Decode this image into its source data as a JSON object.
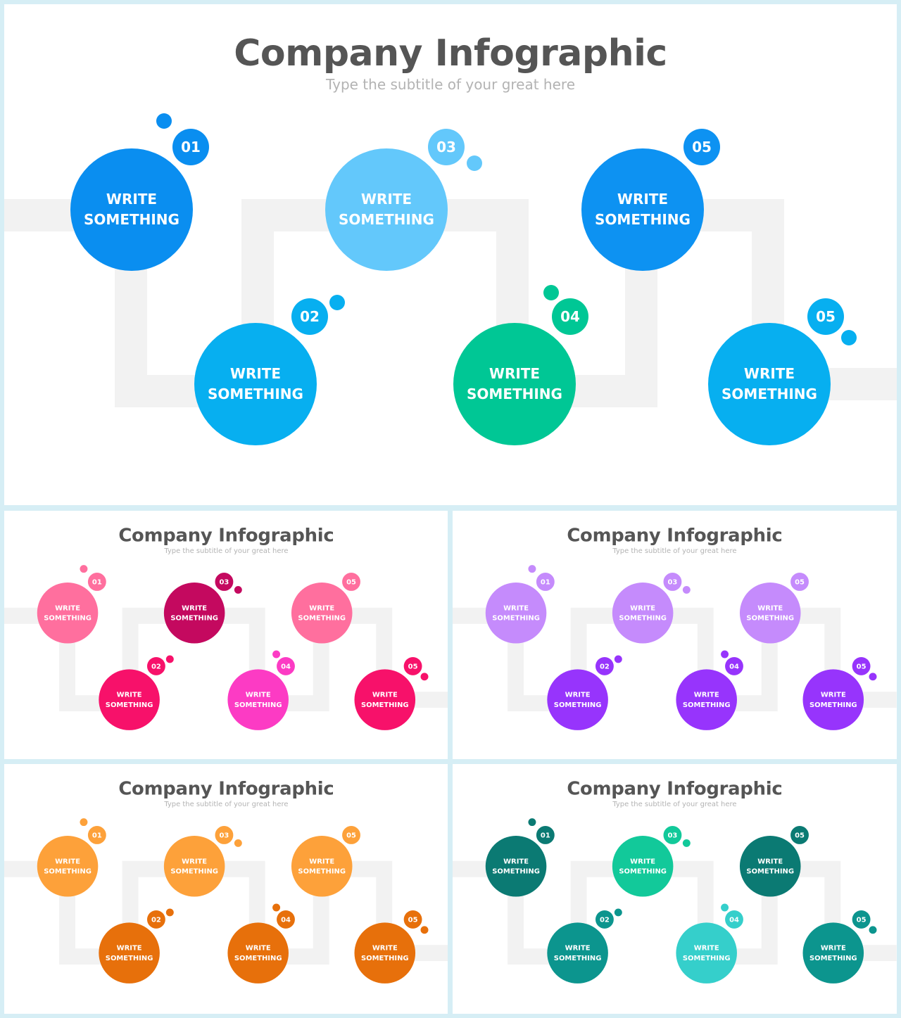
{
  "slides": [
    {
      "id": "main",
      "title": "Company Infographic",
      "subtitle": "Type the subtitle of your great here",
      "steps": [
        {
          "number": "01",
          "line1": "WRITE",
          "line2": "SOMETHING",
          "color": "#0a8ef0"
        },
        {
          "number": "02",
          "line1": "WRITE",
          "line2": "SOMETHING",
          "color": "#07aff0"
        },
        {
          "number": "03",
          "line1": "WRITE",
          "line2": "SOMETHING",
          "color": "#63c8fb"
        },
        {
          "number": "04",
          "line1": "WRITE",
          "line2": "SOMETHING",
          "color": "#00c795"
        },
        {
          "number": "05",
          "line1": "WRITE",
          "line2": "SOMETHING",
          "color": "#0d92f2"
        },
        {
          "number": "05",
          "line1": "WRITE",
          "line2": "SOMETHING",
          "color": "#07aff0"
        }
      ]
    },
    {
      "id": "pink",
      "title": "Company Infographic",
      "subtitle": "Type the subtitle of your great here",
      "steps": [
        {
          "number": "01",
          "line1": "WRITE",
          "line2": "SOMETHING",
          "color": "#ff6f9e"
        },
        {
          "number": "02",
          "line1": "WRITE",
          "line2": "SOMETHING",
          "color": "#f7116a"
        },
        {
          "number": "03",
          "line1": "WRITE",
          "line2": "SOMETHING",
          "color": "#c4095f"
        },
        {
          "number": "04",
          "line1": "WRITE",
          "line2": "SOMETHING",
          "color": "#fc3bc4"
        },
        {
          "number": "05",
          "line1": "WRITE",
          "line2": "SOMETHING",
          "color": "#ff6f9e"
        },
        {
          "number": "05",
          "line1": "WRITE",
          "line2": "SOMETHING",
          "color": "#f7116a"
        }
      ]
    },
    {
      "id": "purple",
      "title": "Company Infographic",
      "subtitle": "Type the subtitle of your great here",
      "steps": [
        {
          "number": "01",
          "line1": "WRITE",
          "line2": "SOMETHING",
          "color": "#c58bfc"
        },
        {
          "number": "02",
          "line1": "WRITE",
          "line2": "SOMETHING",
          "color": "#9734fc"
        },
        {
          "number": "03",
          "line1": "WRITE",
          "line2": "SOMETHING",
          "color": "#c58bfc"
        },
        {
          "number": "04",
          "line1": "WRITE",
          "line2": "SOMETHING",
          "color": "#9734fc"
        },
        {
          "number": "05",
          "line1": "WRITE",
          "line2": "SOMETHING",
          "color": "#c58bfc"
        },
        {
          "number": "05",
          "line1": "WRITE",
          "line2": "SOMETHING",
          "color": "#9734fc"
        }
      ]
    },
    {
      "id": "orange",
      "title": "Company Infographic",
      "subtitle": "Type the subtitle of your great here",
      "steps": [
        {
          "number": "01",
          "line1": "WRITE",
          "line2": "SOMETHING",
          "color": "#fda13a"
        },
        {
          "number": "02",
          "line1": "WRITE",
          "line2": "SOMETHING",
          "color": "#e7700b"
        },
        {
          "number": "03",
          "line1": "WRITE",
          "line2": "SOMETHING",
          "color": "#fda13a"
        },
        {
          "number": "04",
          "line1": "WRITE",
          "line2": "SOMETHING",
          "color": "#e7700b"
        },
        {
          "number": "05",
          "line1": "WRITE",
          "line2": "SOMETHING",
          "color": "#fda13a"
        },
        {
          "number": "05",
          "line1": "WRITE",
          "line2": "SOMETHING",
          "color": "#e7700b"
        }
      ]
    },
    {
      "id": "teal",
      "title": "Company Infographic",
      "subtitle": "Type the subtitle of your great here",
      "steps": [
        {
          "number": "01",
          "line1": "WRITE",
          "line2": "SOMETHING",
          "color": "#0b7a73"
        },
        {
          "number": "02",
          "line1": "WRITE",
          "line2": "SOMETHING",
          "color": "#0c958e"
        },
        {
          "number": "03",
          "line1": "WRITE",
          "line2": "SOMETHING",
          "color": "#12c99a"
        },
        {
          "number": "04",
          "line1": "WRITE",
          "line2": "SOMETHING",
          "color": "#35cfcb"
        },
        {
          "number": "05",
          "line1": "WRITE",
          "line2": "SOMETHING",
          "color": "#0b7a73"
        },
        {
          "number": "05",
          "line1": "WRITE",
          "line2": "SOMETHING",
          "color": "#0c958e"
        }
      ]
    }
  ],
  "path_color": "#f2f2f2"
}
